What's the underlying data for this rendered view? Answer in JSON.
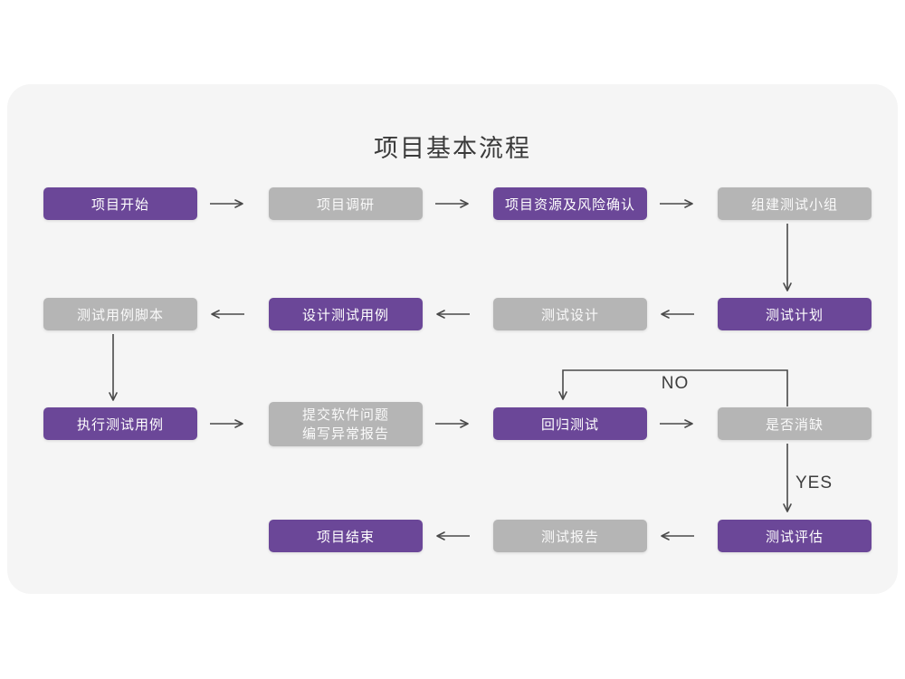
{
  "title": "项目基本流程",
  "colors": {
    "purple": "#6b4798",
    "gray": "#b5b5b5",
    "card_bg": "#f5f5f5",
    "arrow": "#4a4a4a",
    "title_text": "#3a3a3a",
    "edge_label_text": "#3d3d3d"
  },
  "nodes": {
    "project_start": {
      "label": "项目开始",
      "variant": "purple"
    },
    "project_research": {
      "label": "项目调研",
      "variant": "gray"
    },
    "resources_risk_confirm": {
      "label": "项目资源及风险确认",
      "variant": "purple"
    },
    "form_test_team": {
      "label": "组建测试小组",
      "variant": "gray"
    },
    "test_plan": {
      "label": "测试计划",
      "variant": "purple"
    },
    "test_design": {
      "label": "测试设计",
      "variant": "gray"
    },
    "design_test_cases": {
      "label": "设计测试用例",
      "variant": "purple"
    },
    "test_case_scripts": {
      "label": "测试用例脚本",
      "variant": "gray"
    },
    "execute_test_cases": {
      "label": "执行测试用例",
      "variant": "purple"
    },
    "submit_issue_report": {
      "label": "提交软件问题\n编写异常报告",
      "variant": "gray"
    },
    "regression_test": {
      "label": "回归测试",
      "variant": "purple"
    },
    "defect_resolved": {
      "label": "是否消缺",
      "variant": "gray"
    },
    "test_evaluation": {
      "label": "测试评估",
      "variant": "purple"
    },
    "test_report": {
      "label": "测试报告",
      "variant": "gray"
    },
    "project_end": {
      "label": "项目结束",
      "variant": "purple"
    }
  },
  "edge_labels": {
    "no": "NO",
    "yes": "YES"
  },
  "edges": [
    {
      "from": "project_start",
      "to": "project_research"
    },
    {
      "from": "project_research",
      "to": "resources_risk_confirm"
    },
    {
      "from": "resources_risk_confirm",
      "to": "form_test_team"
    },
    {
      "from": "form_test_team",
      "to": "test_plan"
    },
    {
      "from": "test_plan",
      "to": "test_design"
    },
    {
      "from": "test_design",
      "to": "design_test_cases"
    },
    {
      "from": "design_test_cases",
      "to": "test_case_scripts"
    },
    {
      "from": "test_case_scripts",
      "to": "execute_test_cases"
    },
    {
      "from": "execute_test_cases",
      "to": "submit_issue_report"
    },
    {
      "from": "submit_issue_report",
      "to": "regression_test"
    },
    {
      "from": "regression_test",
      "to": "defect_resolved"
    },
    {
      "from": "defect_resolved",
      "to": "regression_test",
      "label": "NO"
    },
    {
      "from": "defect_resolved",
      "to": "test_evaluation",
      "label": "YES"
    },
    {
      "from": "test_evaluation",
      "to": "test_report"
    },
    {
      "from": "test_report",
      "to": "project_end"
    }
  ]
}
